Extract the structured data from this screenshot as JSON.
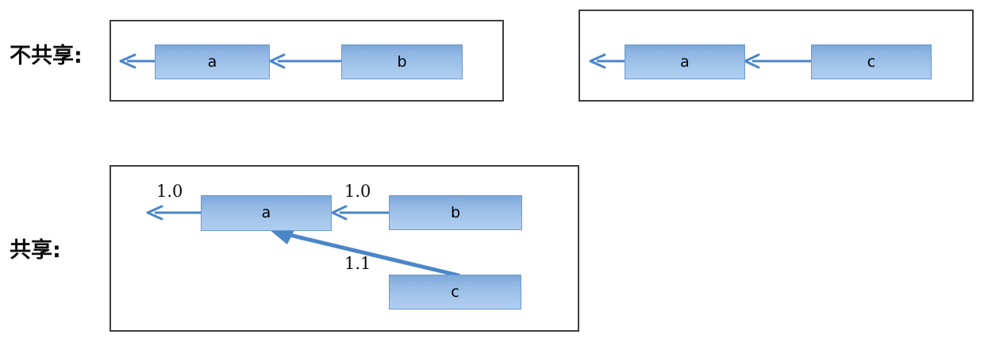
{
  "diagram": {
    "title_nonshared": "不共享:",
    "title_shared": "共享:",
    "colors": {
      "node_fill_top": "#7ba7da",
      "node_fill_bottom": "#b0cdef",
      "node_border": "#6a9bd1",
      "arrow": "#4a86c8",
      "panel_border": "#3f3f3f",
      "text": "#0d0d0d"
    },
    "panels": [
      {
        "id": "nonshared-left",
        "group": "nonshared",
        "nodes": [
          {
            "id": "tl-a",
            "label": "a"
          },
          {
            "id": "tl-b",
            "label": "b"
          }
        ],
        "edges": [
          {
            "from": "tl-a",
            "to": "out",
            "weight": ""
          },
          {
            "from": "tl-b",
            "to": "tl-a",
            "weight": ""
          }
        ]
      },
      {
        "id": "nonshared-right",
        "group": "nonshared",
        "nodes": [
          {
            "id": "tr-a",
            "label": "a"
          },
          {
            "id": "tr-c",
            "label": "c"
          }
        ],
        "edges": [
          {
            "from": "tr-a",
            "to": "out",
            "weight": ""
          },
          {
            "from": "tr-c",
            "to": "tr-a",
            "weight": ""
          }
        ]
      },
      {
        "id": "shared",
        "group": "shared",
        "nodes": [
          {
            "id": "bt-a",
            "label": "a"
          },
          {
            "id": "bt-b",
            "label": "b"
          },
          {
            "id": "bt-c",
            "label": "c"
          }
        ],
        "edges": [
          {
            "from": "bt-a",
            "to": "out",
            "weight": "1.0"
          },
          {
            "from": "bt-b",
            "to": "bt-a",
            "weight": "1.0"
          },
          {
            "from": "bt-c",
            "to": "bt-a",
            "weight": "1.1"
          }
        ]
      }
    ]
  }
}
